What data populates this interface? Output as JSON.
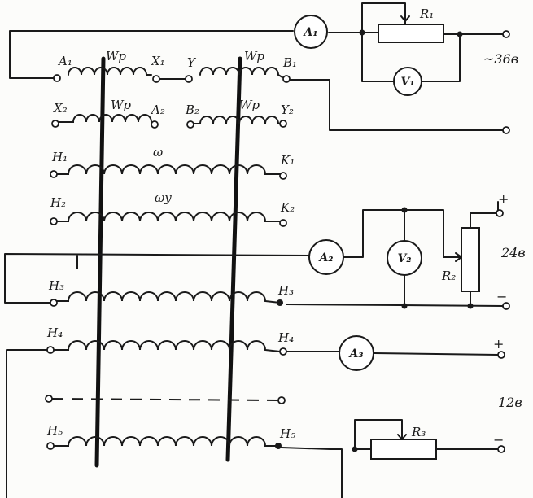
{
  "terminals": {
    "A1": "A₁",
    "X1": "X₁",
    "Y": "Y",
    "B1": "B₁",
    "X2": "X₂",
    "A2": "A₂",
    "B2": "B₂",
    "Y2": "Y₂",
    "H1": "H₁",
    "K1": "K₁",
    "H2": "H₂",
    "K2": "K₂",
    "H3": "H₃",
    "K3": "H₃",
    "H4": "H₄",
    "K4": "H₄",
    "H5": "H₅",
    "K5": "H₅"
  },
  "windings": {
    "wp_1": "Wр",
    "wp_2": "Wр",
    "wp_3": "Wр",
    "wp_4": "Wр",
    "w_1": "ω",
    "w_2": "ωу"
  },
  "instruments": {
    "ammeter_1": "A₁",
    "voltmeter_1": "V₁",
    "ammeter_2": "A₂",
    "voltmeter_2": "V₂",
    "ammeter_3": "A₃"
  },
  "resistors": {
    "r1": "R₁",
    "r2": "R₂",
    "r3": "R₃"
  },
  "supply": {
    "ac_36": "~36в",
    "dc_24": "24в",
    "dc_12": "12в",
    "plus": "+",
    "minus": "−"
  }
}
